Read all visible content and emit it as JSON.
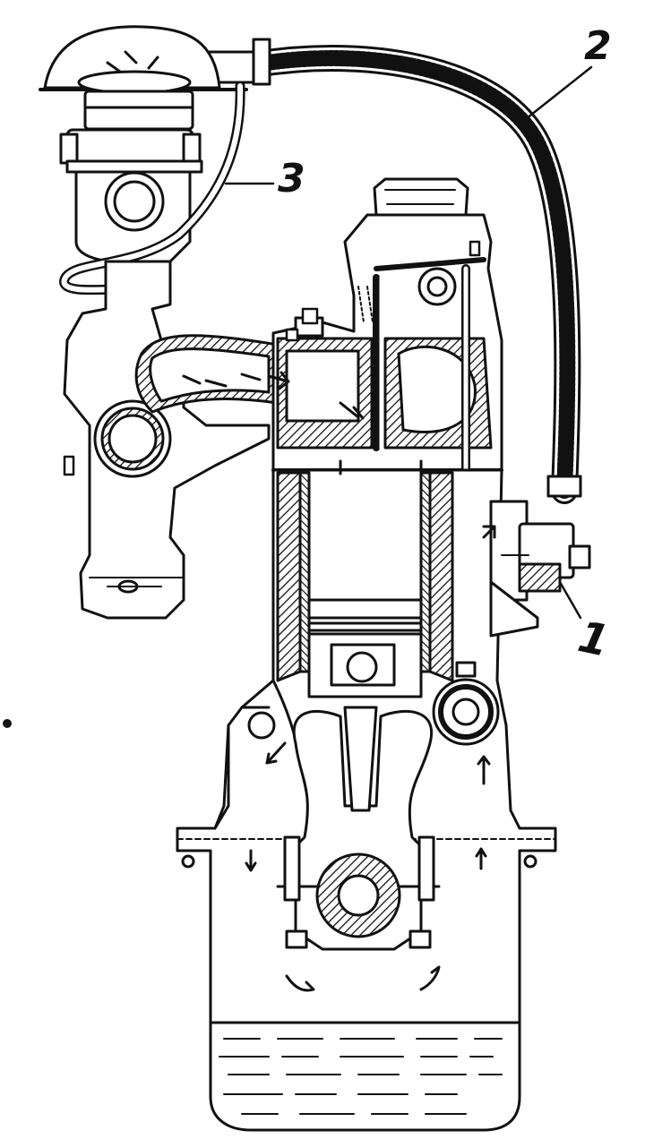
{
  "figure": {
    "callouts": [
      {
        "id": "callout-2",
        "text": "2"
      },
      {
        "id": "callout-3",
        "text": "3"
      },
      {
        "id": "callout-1",
        "text": "1"
      }
    ]
  },
  "colors": {
    "ink": "#111111",
    "paper": "#ffffff",
    "hatch": "#1a1a1a"
  }
}
